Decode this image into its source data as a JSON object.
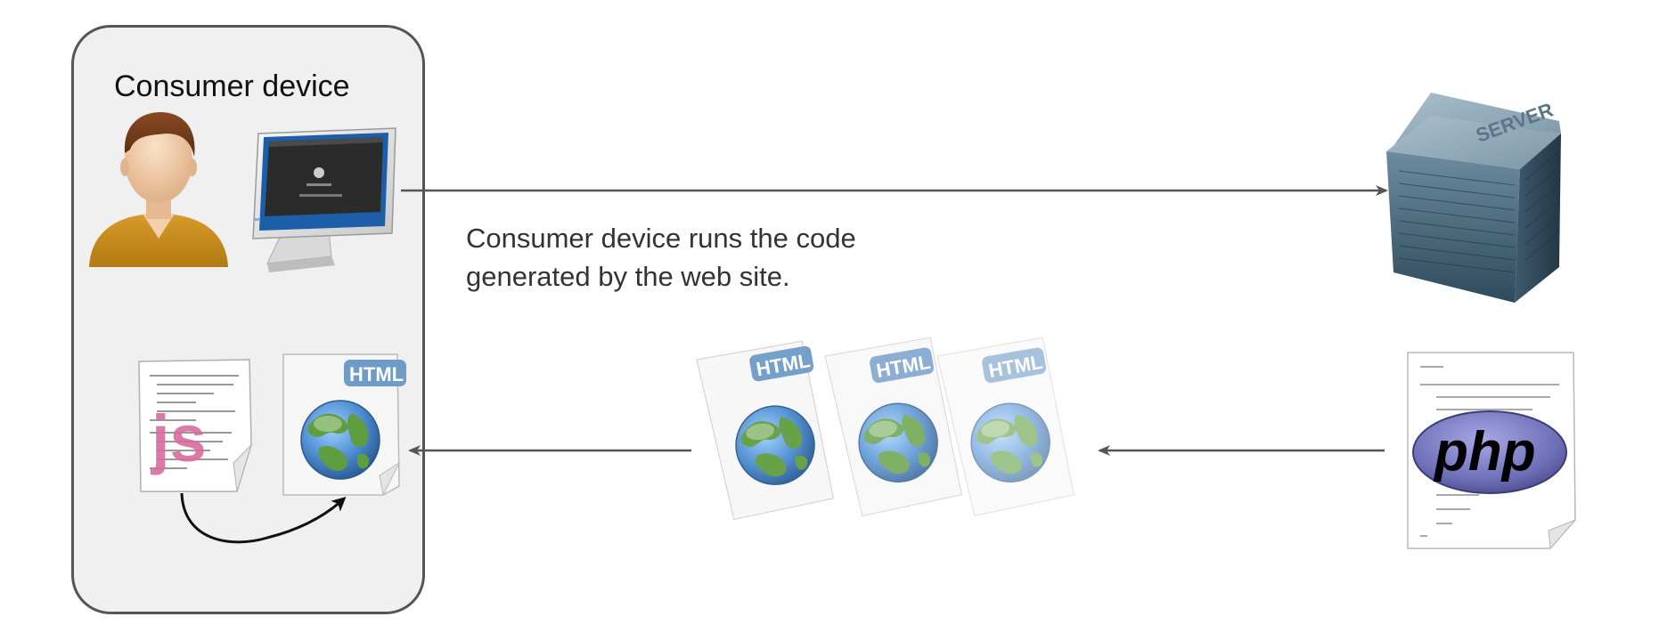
{
  "diagram": {
    "device_box": {
      "title": "Consumer device"
    },
    "caption": {
      "line1": "Consumer device runs the code",
      "line2": "generated by the web site."
    },
    "server": {
      "label": "SERVER"
    },
    "js_file": {
      "label": "js"
    },
    "html_badge": "HTML",
    "html_stack_count": 3,
    "php_file": {
      "label": "php"
    },
    "colors": {
      "arrow": "#555555",
      "box_border": "#555555",
      "box_fill": "#f0f0f0",
      "js_pink": "#d86ca0",
      "php_purple": "#6f6fb8",
      "html_badge": "#6f9bc8",
      "globe_water": "#4f8fd2",
      "globe_land": "#5f9e3f",
      "server": "#4f6f84",
      "person_shirt": "#c98f20"
    },
    "icons": [
      "person-icon",
      "monitor-icon",
      "server-icon",
      "js-file-icon",
      "html-file-icon",
      "html-file-stack-icon",
      "php-file-icon"
    ]
  }
}
